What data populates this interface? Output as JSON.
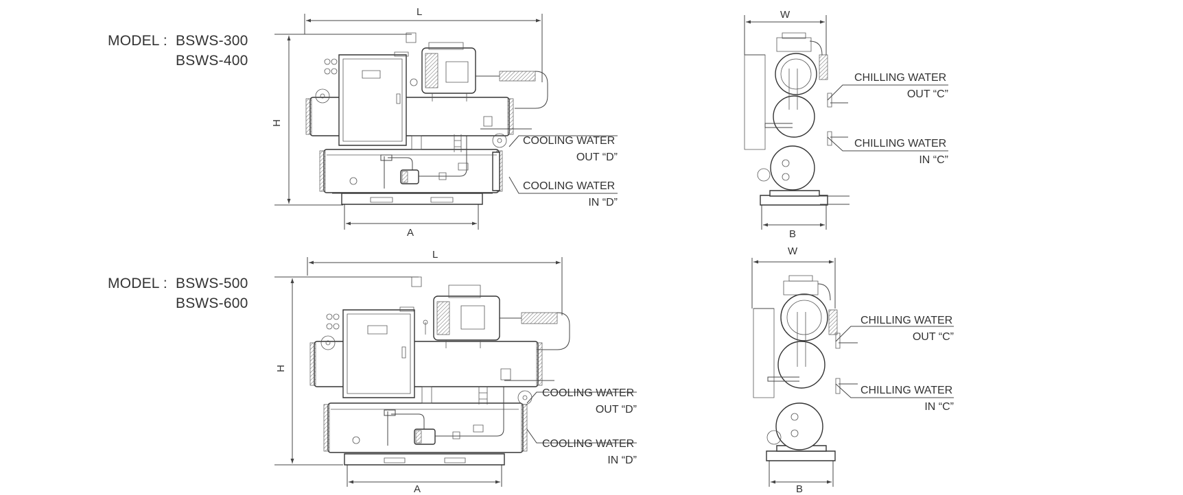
{
  "models": [
    {
      "prefix": "MODEL :",
      "line1": "BSWS-300",
      "line2": "BSWS-400",
      "callouts": {
        "cooling_out": [
          "COOLING WATER",
          "OUT “D”"
        ],
        "cooling_in": [
          "COOLING WATER",
          "IN “D”"
        ],
        "chilling_out": [
          "CHILLING WATER",
          "OUT “C”"
        ],
        "chilling_in": [
          "CHILLING WATER",
          "IN “C”"
        ]
      },
      "dims": {
        "L": "L",
        "H": "H",
        "A": "A",
        "W": "W",
        "B": "B"
      }
    },
    {
      "prefix": "MODEL :",
      "line1": "BSWS-500",
      "line2": "BSWS-600",
      "callouts": {
        "cooling_out": [
          "COOLING WATER",
          "OUT “D”"
        ],
        "cooling_in": [
          "COOLING WATER",
          "IN “D”"
        ],
        "chilling_out": [
          "CHILLING WATER",
          "OUT “C”"
        ],
        "chilling_in": [
          "CHILLING WATER",
          "IN “C”"
        ]
      },
      "dims": {
        "L": "L",
        "H": "H",
        "A": "A",
        "W": "W",
        "B": "B"
      }
    }
  ],
  "colors": {
    "line": "#444444",
    "text": "#333333",
    "background": "#ffffff"
  }
}
